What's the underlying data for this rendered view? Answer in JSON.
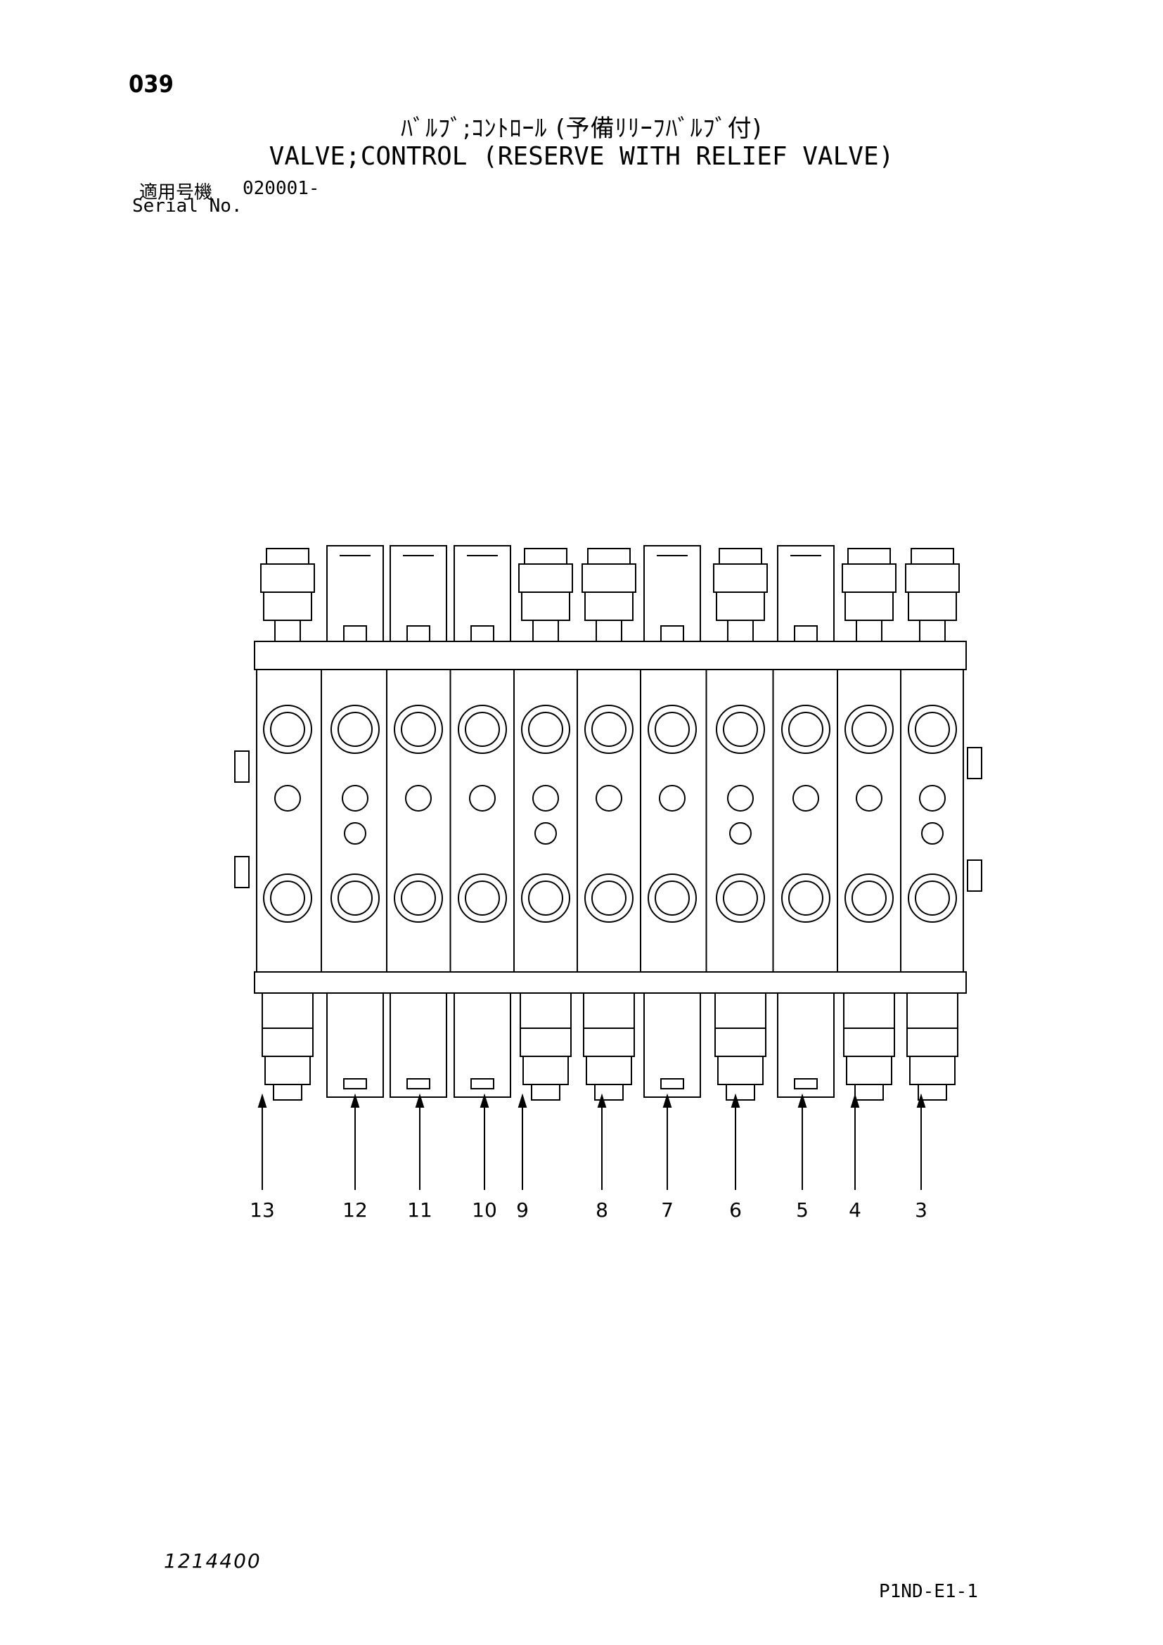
{
  "header": {
    "page_number": "039",
    "title_jp": "ﾊﾞﾙﾌﾞ;ｺﾝﾄﾛｰﾙ (予備ﾘﾘｰﾌﾊﾞﾙﾌﾞ付)",
    "title_en": "VALVE;CONTROL (RESERVE WITH RELIEF VALVE)",
    "serial_label_jp": "適用号機",
    "serial_value": "020001-",
    "serial_label_en": "Serial No."
  },
  "diagram": {
    "callouts": [
      "13",
      "12",
      "11",
      "10",
      "9",
      "8",
      "7",
      "6",
      "5",
      "4",
      "3"
    ]
  },
  "footer": {
    "drawing_number": "1214400",
    "page_code": "P1ND-E1-1"
  }
}
